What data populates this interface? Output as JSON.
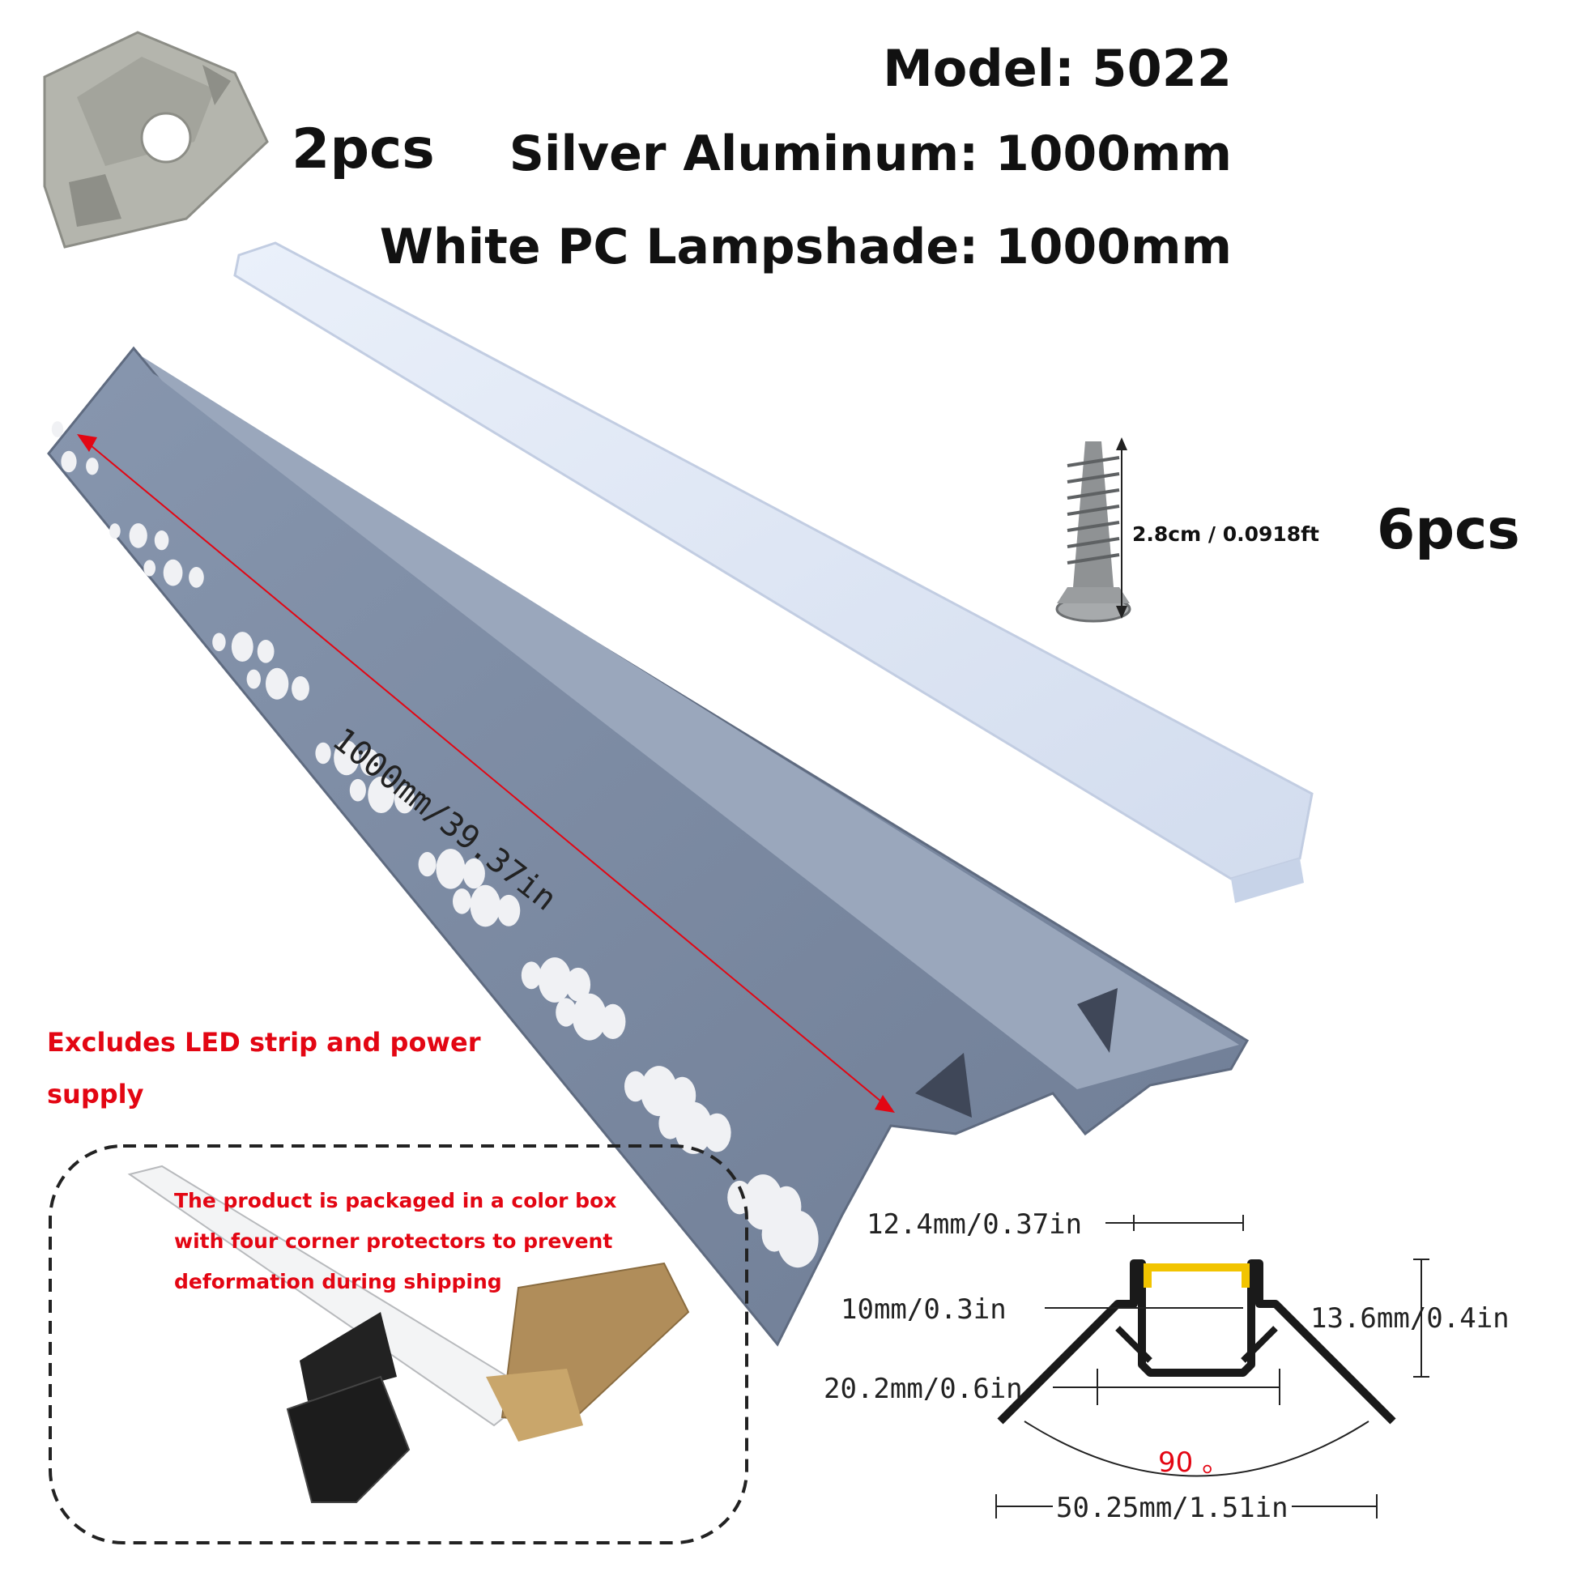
{
  "header": {
    "model": "Model: 5022",
    "aluminum": "Silver Aluminum: 1000mm",
    "lampshade": "White PC Lampshade: 1000mm"
  },
  "parts": {
    "end_cap_qty": "2pcs",
    "screw_qty": "6pcs",
    "screw_size": "2.8cm / 0.0918ft"
  },
  "profile": {
    "length_label": "1000mm/39.37in"
  },
  "notes": {
    "excludes": "Excludes LED strip and power supply",
    "packaging": "The product is packaged in a color box with four corner protectors to prevent deformation during shipping"
  },
  "cross_section": {
    "top_width": "12.4mm/0.37in",
    "inner_width": "10mm/0.3in",
    "height": "13.6mm/0.4in",
    "base_width": "20.2mm/0.6in",
    "angle": "90 。",
    "total_width": "50.25mm/1.51in"
  },
  "colors": {
    "aluminum": "#7f8ea6",
    "lampshade": "#dfe8f6",
    "red": "#e30613",
    "led": "#f2c400"
  }
}
